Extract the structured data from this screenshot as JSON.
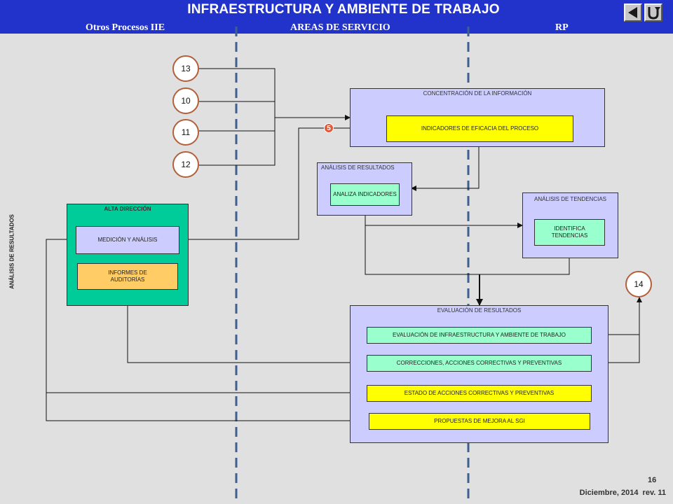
{
  "header": {
    "title": "INFRAESTRUCTURA Y AMBIENTE DE TRABAJO",
    "lanes": [
      "Otros Procesos IIE",
      "AREAS DE SERVICIO",
      "RP"
    ],
    "nav": [
      "back-icon",
      "return-icon"
    ]
  },
  "side_label": "ANÁLISIS DE RESULTADOS",
  "connectors": {
    "c13": "13",
    "c10": "10",
    "c11": "11",
    "c12": "12",
    "c14": "14"
  },
  "marker": "5",
  "concentracion": {
    "caption": "CONCENTRACIÓN DE LA INFORMACIÓN",
    "item": "INDICADORES DE EFICACIA DEL PROCESO"
  },
  "analisis_resultados": {
    "caption": "ANÁLISIS DE RESULTADOS",
    "item": "ANALIZA INDICADORES"
  },
  "analisis_tendencias": {
    "caption": "ANÁLISIS DE TENDENCIAS",
    "item": "IDENTIFICA TENDENCIAS"
  },
  "alta_direccion": {
    "caption": "ALTA DIRECCIÓN",
    "item1": "MEDICIÓN Y ANÁLISIS",
    "item2": "INFORMES DE AUDITORÍAS"
  },
  "evaluacion": {
    "caption": "EVALUACIÓN DE RESULTADOS",
    "items": [
      "EVALUACIÓN DE INFRAESTRUCTURA Y AMBIENTE DE TRABAJO",
      "CORRECCIONES, ACCIONES CORRECTIVAS Y PREVENTIVAS",
      "ESTADO DE ACCIONES CORRECTIVAS Y PREVENTIVAS",
      "PROPUESTAS DE MEJORA AL SGI"
    ]
  },
  "footer": {
    "page": "16",
    "revision": "Diciembre, 2014  rev. 11"
  },
  "colors": {
    "header": "#2233cc",
    "lavender": "#ccccff",
    "aqua": "#99ffcc",
    "yellow": "#ffff00",
    "green": "#00cc99",
    "orange": "#ffcc66",
    "marker": "#e05a3a"
  }
}
